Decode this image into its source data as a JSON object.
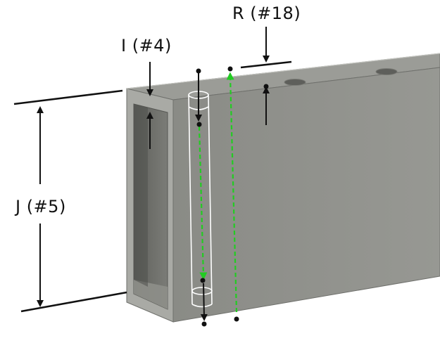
{
  "labels": {
    "r": "R (#18)",
    "i": "I (#4)",
    "j": "J (#5)"
  },
  "colors": {
    "background": "#ffffff",
    "top_face": "#9a9b95",
    "front_face": "#8f908a",
    "end_face_rim": "#a9aaa5",
    "inner_wall": "#6b6c68",
    "hole": "#5e5f5b",
    "guide_line": "#22cc22",
    "ink": "#111111",
    "cylinder": "#ffffff"
  },
  "icons": [
    "dimension-arrow",
    "green-guide-line",
    "hole-cylinder",
    "mounting-hole"
  ]
}
